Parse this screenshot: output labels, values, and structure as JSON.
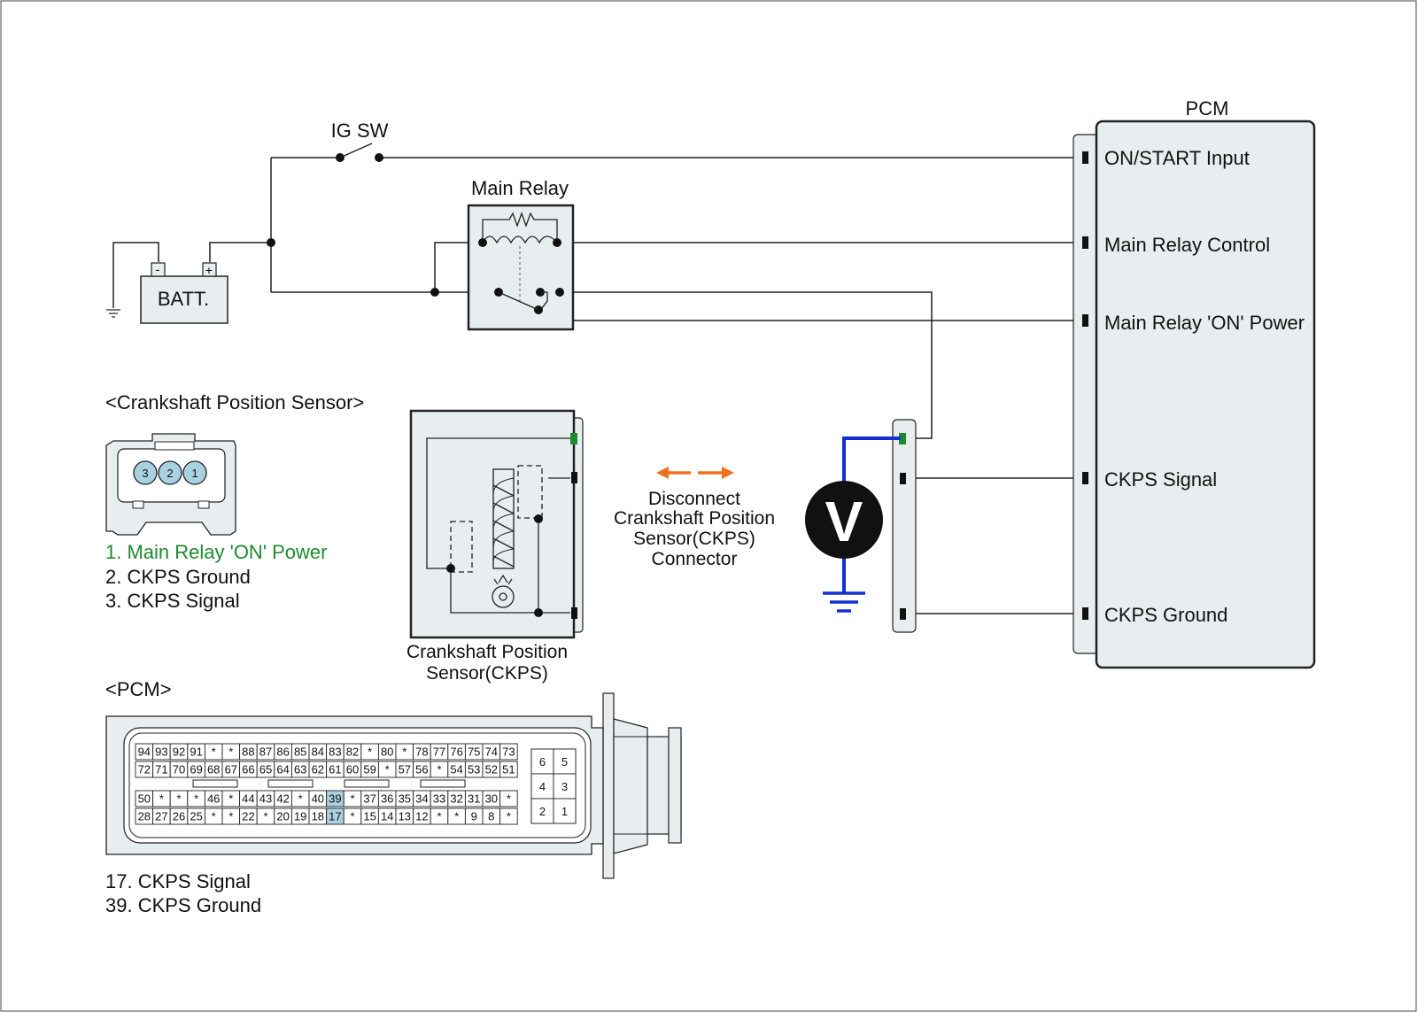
{
  "labels": {
    "ig_sw": "IG SW",
    "main_relay": "Main Relay",
    "batt": "BATT.",
    "batt_minus": "-",
    "batt_plus": "+",
    "pcm_title": "PCM",
    "voltmeter": "V",
    "ckps_body": [
      "Crankshaft Position",
      "Sensor(CKPS)"
    ],
    "disconnect": [
      "Disconnect",
      "Crankshaft Position",
      "Sensor(CKPS)",
      "Connector"
    ]
  },
  "pcm_terminals": [
    "ON/START Input",
    "Main Relay Control",
    "Main Relay 'ON' Power",
    "CKPS Signal",
    "CKPS Ground"
  ],
  "ckps_connector": {
    "heading": "<Crankshaft Position Sensor>",
    "pins": [
      "3",
      "2",
      "1"
    ],
    "legend": [
      {
        "text": "1. Main Relay 'ON' Power",
        "color": "#1e8a2e"
      },
      {
        "text": "2. CKPS Ground",
        "color": "#111111"
      },
      {
        "text": "3. CKPS Signal",
        "color": "#111111"
      }
    ]
  },
  "pcm_connector": {
    "heading": "<PCM>",
    "rows": [
      [
        "94",
        "93",
        "92",
        "91",
        "*",
        "*",
        "88",
        "87",
        "86",
        "85",
        "84",
        "83",
        "82",
        "*",
        "80",
        "*",
        "78",
        "77",
        "76",
        "75",
        "74",
        "73"
      ],
      [
        "72",
        "71",
        "70",
        "69",
        "68",
        "67",
        "66",
        "65",
        "64",
        "63",
        "62",
        "61",
        "60",
        "59",
        "*",
        "57",
        "56",
        "*",
        "54",
        "53",
        "52",
        "51"
      ],
      [
        "50",
        "*",
        "*",
        "*",
        "46",
        "*",
        "44",
        "43",
        "42",
        "*",
        "40",
        "39",
        "*",
        "37",
        "36",
        "35",
        "34",
        "33",
        "32",
        "31",
        "30",
        "*"
      ],
      [
        "28",
        "27",
        "26",
        "25",
        "*",
        "*",
        "22",
        "*",
        "20",
        "19",
        "18",
        "17",
        "*",
        "15",
        "14",
        "13",
        "12",
        "*",
        "*",
        "9",
        "8",
        "*"
      ]
    ],
    "side_pins": [
      [
        "6",
        "5"
      ],
      [
        "4",
        "3"
      ],
      [
        "2",
        "1"
      ]
    ],
    "highlight": [
      "17",
      "39"
    ],
    "legend": [
      "17. CKPS Signal",
      "39. CKPS Ground"
    ]
  },
  "colors": {
    "ecu_fill": "#e8eef0",
    "wire": "#222222",
    "meter_lead": "#1030d0",
    "arrow": "#f07020",
    "power_pin": "#1e8a2e",
    "pin_highlight": "#a9d2e0",
    "legend_green": "#1e8a2e"
  }
}
